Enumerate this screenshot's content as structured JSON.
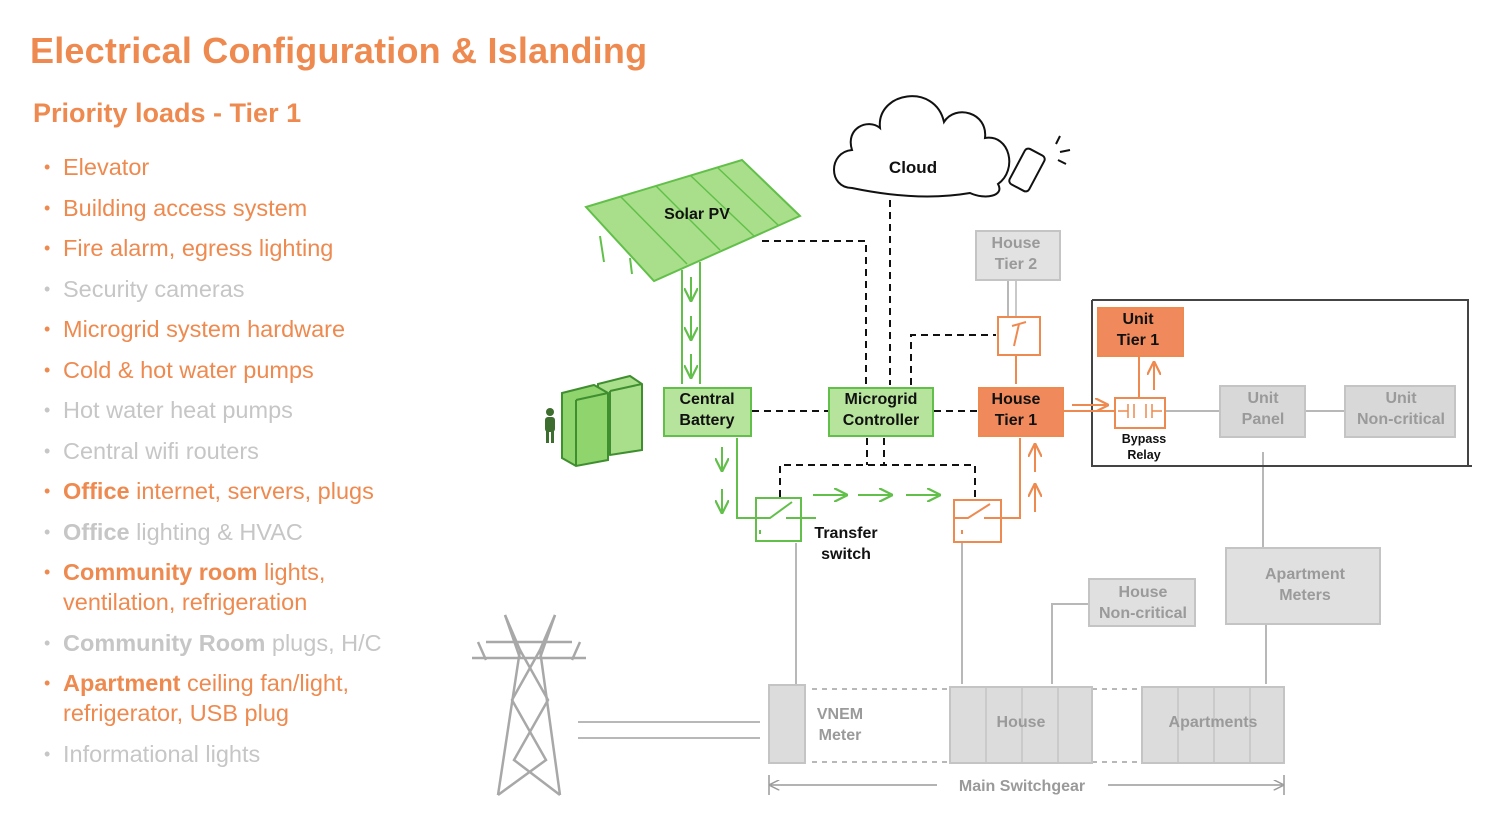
{
  "slide": {
    "title": "Electrical Configuration & Islanding",
    "subtitle": "Priority loads - Tier 1"
  },
  "loads": [
    {
      "bold": "",
      "text": "Elevator",
      "line2": "",
      "priority": true
    },
    {
      "bold": "",
      "text": "Building access system",
      "line2": "",
      "priority": true
    },
    {
      "bold": "",
      "text": "Fire alarm, egress lighting",
      "line2": "",
      "priority": true
    },
    {
      "bold": "",
      "text": "Security cameras",
      "line2": "",
      "priority": false
    },
    {
      "bold": "",
      "text": "Microgrid system hardware",
      "line2": "",
      "priority": true
    },
    {
      "bold": "",
      "text": "Cold & hot water pumps",
      "line2": "",
      "priority": true
    },
    {
      "bold": "",
      "text": "Hot water heat pumps",
      "line2": "",
      "priority": false
    },
    {
      "bold": "",
      "text": "Central wifi routers",
      "line2": "",
      "priority": false
    },
    {
      "bold": "Office",
      "text": " internet, servers, plugs",
      "line2": "",
      "priority": true
    },
    {
      "bold": "Office",
      "text": " lighting & HVAC",
      "line2": "",
      "priority": false
    },
    {
      "bold": "Community room",
      "text": " lights,",
      "line2": "ventilation, refrigeration",
      "priority": true
    },
    {
      "bold": "Community Room",
      "text": " plugs, H/C",
      "line2": "",
      "priority": false
    },
    {
      "bold": "Apartment",
      "text": " ceiling fan/light,",
      "line2": "refrigerator, USB plug",
      "priority": true
    },
    {
      "bold": "",
      "text": "Informational lights",
      "line2": "",
      "priority": false
    }
  ],
  "diagram": {
    "cloud": "Cloud",
    "solar_pv": "Solar PV",
    "central_battery": [
      "Central",
      "Battery"
    ],
    "microgrid_controller": [
      "Microgrid",
      "Controller"
    ],
    "house_tier1": [
      "House",
      "Tier 1"
    ],
    "house_tier2": [
      "House",
      "Tier 2"
    ],
    "unit_tier1": [
      "Unit",
      "Tier 1"
    ],
    "bypass_relay": [
      "Bypass",
      "Relay"
    ],
    "unit_panel": [
      "Unit",
      "Panel"
    ],
    "unit_noncritical": [
      "Unit",
      "Non-critical"
    ],
    "transfer_switch": [
      "Transfer",
      "switch"
    ],
    "house_noncritical": [
      "House",
      "Non-critical"
    ],
    "apartment_meters": [
      "Apartment",
      "Meters"
    ],
    "vnem_meter": [
      "VNEM",
      "Meter"
    ],
    "house": "House",
    "apartments": "Apartments",
    "main_switchgear": "Main Switchgear"
  },
  "colors": {
    "orange": "#ee8a4f",
    "orange_box": "#f08a5d",
    "green": "#62c04a",
    "green_box": "#b7e49c",
    "grey_box": "#d4d4d4",
    "grey_text": "#9a9a9a"
  }
}
